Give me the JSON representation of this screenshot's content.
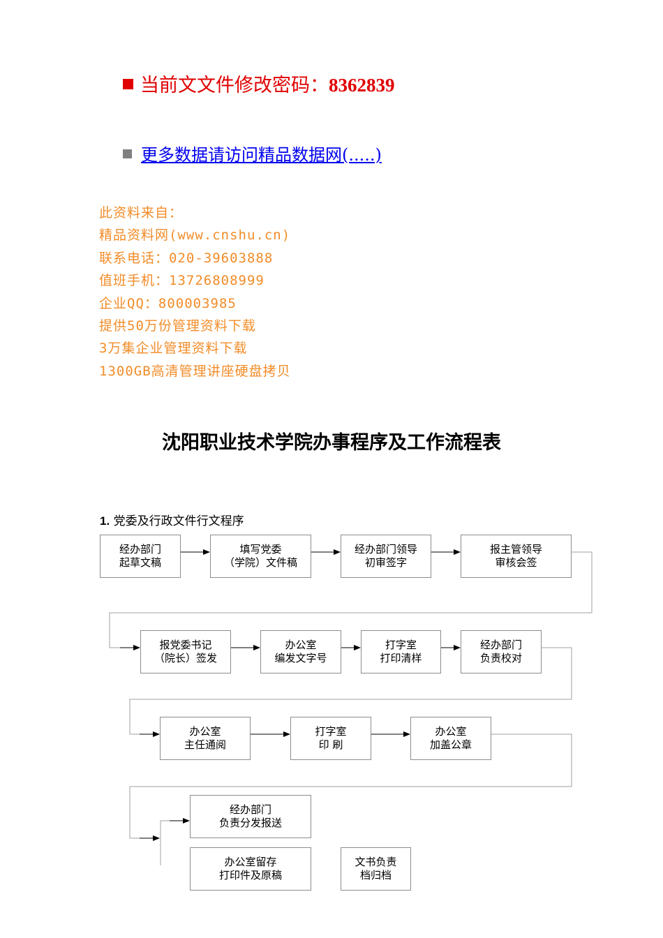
{
  "header": {
    "password_label": "当前文文件修改密码：",
    "password_value": "8362839",
    "link_text": "更多数据请访问精品数据网(.....)"
  },
  "source_info": [
    "此资料来自：",
    "精品资料网(www.cnshu.cn)",
    "联系电话：020-39603888",
    "值班手机：13726808999",
    "企业QQ：800003985",
    "提供50万份管理资料下载",
    "3万集企业管理资料下载",
    "1300GB高清管理讲座硬盘拷贝"
  ],
  "document": {
    "title": "沈阳职业技术学院办事程序及工作流程表",
    "section_number": "1.",
    "section_title": "党委及行政文件行文程序"
  },
  "flow": {
    "steps": [
      [
        "经办部门",
        "起草文稿"
      ],
      [
        "填写党委",
        "（学院）文件稿"
      ],
      [
        "经办部门领导",
        "初审签字"
      ],
      [
        "报主管领导",
        "审核会签"
      ],
      [
        "报党委书记",
        "（院长）签发"
      ],
      [
        "办公室",
        "编发文字号"
      ],
      [
        "打字室",
        "打印清样"
      ],
      [
        "经办部门",
        "负责校对"
      ],
      [
        "办公室",
        "主任通阅"
      ],
      [
        "打字室",
        "印  刷"
      ],
      [
        "办公室",
        "加盖公章"
      ],
      [
        "经办部门",
        "负责分发报送"
      ],
      [
        "办公室留存",
        "打印件及原稿"
      ],
      [
        "文书负责",
        "档归档"
      ]
    ]
  }
}
